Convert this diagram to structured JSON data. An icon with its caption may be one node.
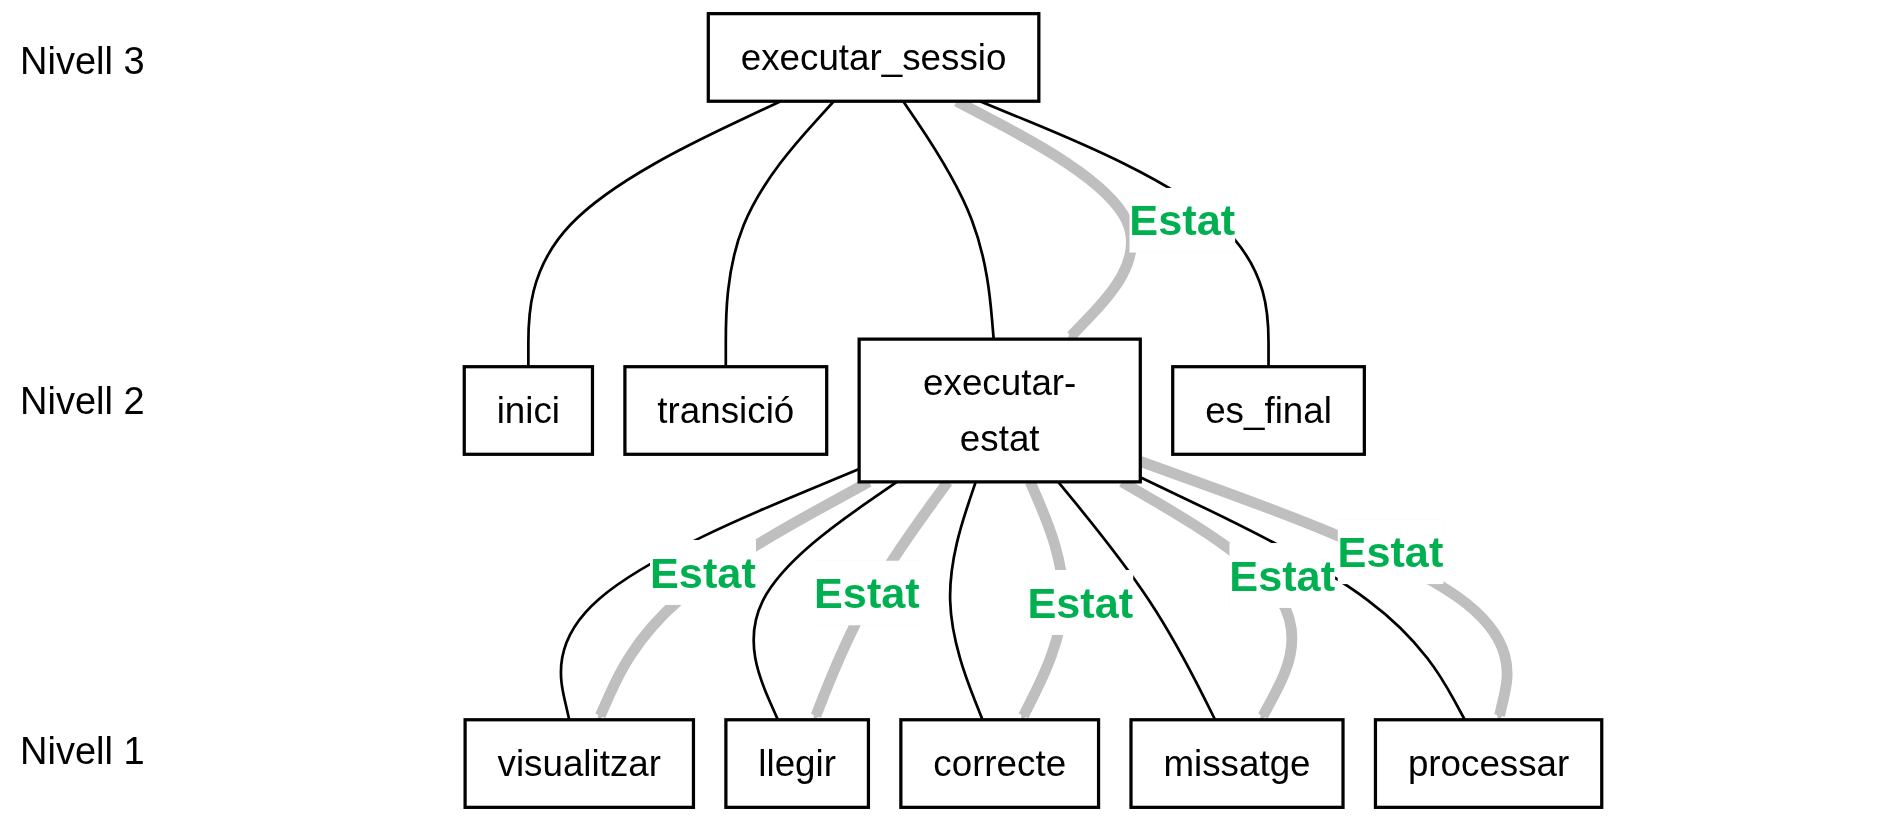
{
  "diagram": {
    "nodes": [
      {
        "text": [
          "executar_sessio"
        ]
      },
      {
        "text": [
          "inici"
        ]
      },
      {
        "text": [
          "transició"
        ]
      },
      {
        "text": [
          "executar-estat"
        ]
      },
      {
        "text": [
          "es_final"
        ]
      },
      {
        "text": [
          "visualitzar"
        ]
      },
      {
        "text": [
          "llegir"
        ]
      },
      {
        "text": [
          "correcte"
        ]
      },
      {
        "text": [
          "missatge"
        ]
      },
      {
        "text": [
          "processar"
        ]
      }
    ],
    "edges": [
      {
        "from": 0,
        "to": 1,
        "arrow": "none"
      },
      {
        "from": 0,
        "to": 2,
        "arrow": "none"
      },
      {
        "from": 0,
        "to": 3,
        "arrow": "none"
      },
      {
        "from": 0,
        "to": 4,
        "arrow": "none"
      },
      {
        "from": 0,
        "to": 3,
        "arrow": "to",
        "label": "Estat",
        "style": "thick",
        "color": "#bfbfbf"
      },
      {
        "from": 3,
        "to": 5,
        "arrow": "none"
      },
      {
        "from": 3,
        "to": 6,
        "arrow": "none"
      },
      {
        "from": 3,
        "to": 7,
        "arrow": "none"
      },
      {
        "from": 3,
        "to": 8,
        "arrow": "none"
      },
      {
        "from": 3,
        "to": 9,
        "arrow": "none"
      },
      {
        "from": 3,
        "to": 5,
        "arrow": "to",
        "label": "Estat",
        "style": "thick",
        "color": "#bfbfbf"
      },
      {
        "from": 3,
        "to": 6,
        "arrow": "to",
        "label": "Estat",
        "style": "thick",
        "color": "#bfbfbf"
      },
      {
        "from": 3,
        "to": 7,
        "arrow": "to",
        "label": "Estat",
        "style": "thick",
        "color": "#bfbfbf"
      },
      {
        "from": 3,
        "to": 8,
        "arrow": "to",
        "label": "Estat",
        "style": "thick",
        "color": "#bfbfbf"
      },
      {
        "from": 3,
        "to": 9,
        "arrow": "to",
        "label": "Estat",
        "style": "thick",
        "color": "#bfbfbf"
      }
    ],
    "labels": [
      "Nivell 3",
      "Nivell 2",
      "Nivell 1"
    ]
  }
}
